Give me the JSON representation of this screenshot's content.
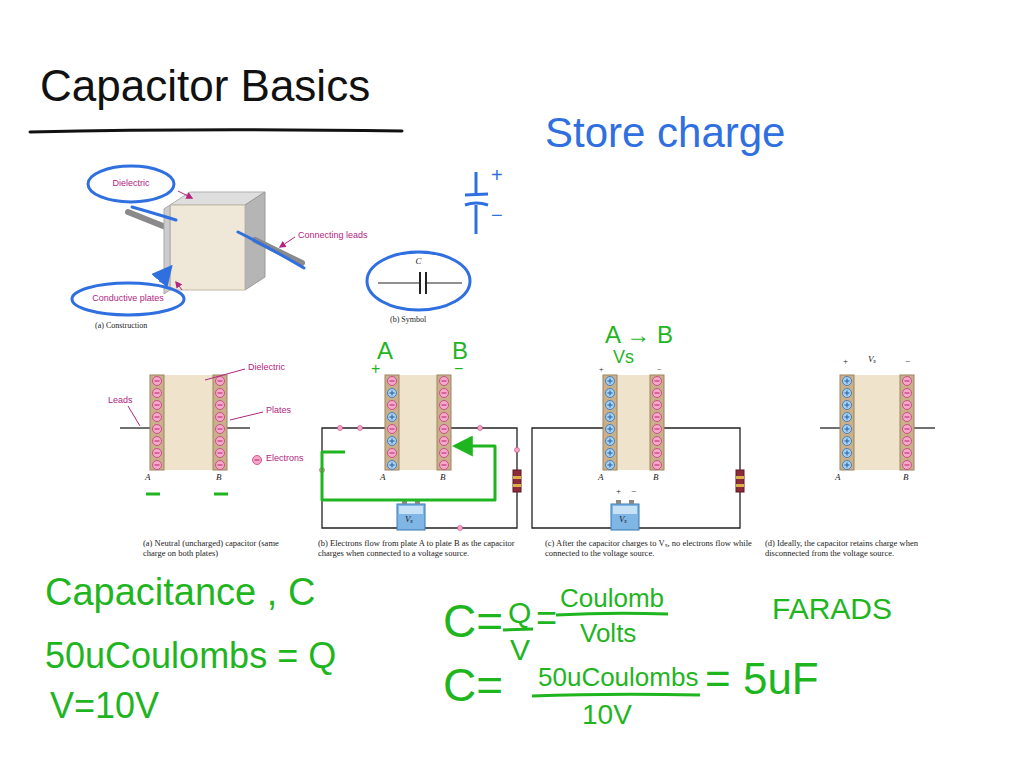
{
  "diagram": {
    "title": "Capacitor Basics",
    "nodes": [
      {
        "text": [
          "Dielectric"
        ]
      },
      {
        "text": [
          "Conductive plates"
        ]
      },
      {
        "text": [
          "C"
        ]
      }
    ],
    "labels": [
      "Store charge",
      "Connecting leads",
      "(a) Construction",
      "(b) Symbol",
      "+",
      "−",
      "Dielectric",
      "Leads",
      "Plates",
      "Electrons",
      "A",
      "B",
      "(a) Neutral (uncharged) capacitor (same charge on both plates)",
      "A",
      "B",
      "+",
      "−",
      "A",
      "B",
      "Vₛ",
      "(b) Electrons flow from plate A to plate B as the capacitor charges when connected to a voltage source.",
      "A → B",
      "Vs",
      "+",
      "−",
      "A",
      "B",
      "+",
      "−",
      "Vₛ",
      "(c) After the capacitor charges to Vₛ, no electrons flow while connected to the voltage source.",
      "+",
      "Vₛ",
      "−",
      "A",
      "B",
      "(d) Ideally, the capacitor retains charge when disconnected from the voltage source.",
      "Capacitance , C",
      "50uCoulombs = Q",
      "V=10V",
      "C=",
      "Q",
      "V",
      "=",
      "Coulomb",
      "Volts",
      "FARADS",
      "C=",
      "50uCoulombs",
      "10V",
      "= 5uF"
    ]
  }
}
